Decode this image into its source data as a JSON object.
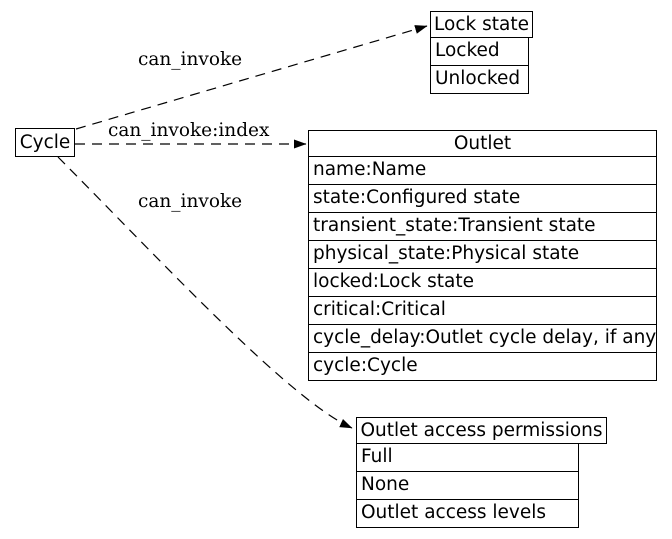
{
  "diagram": {
    "background_color": "#ffffff",
    "line_color": "#000000",
    "nodes": {
      "cycle": {
        "label": "Cycle"
      },
      "lock_state": {
        "title": "Lock state",
        "rows": [
          "Locked",
          "Unlocked"
        ]
      },
      "outlet": {
        "title": "Outlet",
        "rows": [
          "name:Name",
          "state:Configured state",
          "transient_state:Transient state",
          "physical_state:Physical state",
          "locked:Lock state",
          "critical:Critical",
          "cycle_delay:Outlet cycle delay, if any",
          "cycle:Cycle"
        ]
      },
      "outlet_access_permissions": {
        "title": "Outlet access permissions",
        "rows": [
          "Full",
          "None",
          "Outlet access levels"
        ]
      }
    },
    "edges": [
      {
        "from": "Cycle",
        "to": "Lock state",
        "label": "can_invoke"
      },
      {
        "from": "Cycle",
        "to": "Outlet",
        "label": "can_invoke:index"
      },
      {
        "from": "Cycle",
        "to": "Outlet access permissions",
        "label": "can_invoke"
      }
    ]
  }
}
